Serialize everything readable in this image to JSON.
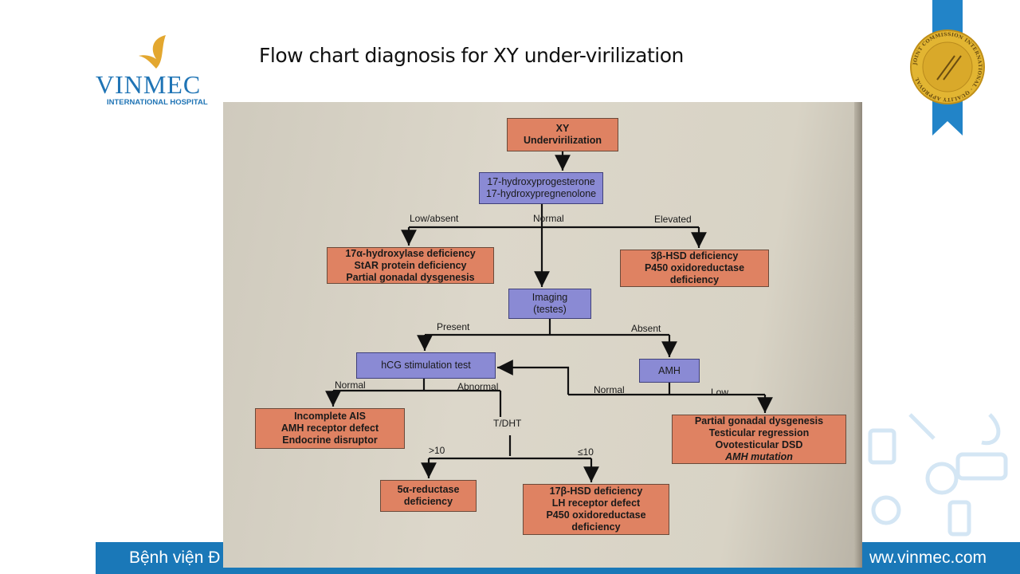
{
  "slide": {
    "title": "Flow chart diagnosis for XY under-virilization"
  },
  "logo": {
    "wordmark": "VINMEC",
    "subtitle": "INTERNATIONAL HOSPITAL"
  },
  "badge": {
    "text": "JOINT COMMISSION INTERNATIONAL · QUALITY APPROVAL"
  },
  "footer": {
    "left_text": "Bệnh viện Đ",
    "right_text": "ww.vinmec.com"
  },
  "colors": {
    "footer": "#1a78b8",
    "outcome_box": "#df8262",
    "test_box": "#8a8ad4"
  },
  "flowchart": {
    "start": [
      "XY",
      "Undervirilization"
    ],
    "test1": [
      "17-hydroxyprogesterone",
      "17-hydroxypregnenolone"
    ],
    "labels": {
      "low_absent": "Low/absent",
      "normal1": "Normal",
      "elevated": "Elevated",
      "present": "Present",
      "absent": "Absent",
      "normal2": "Normal",
      "abnormal": "Abnormal",
      "tdht": "T/DHT",
      "gt10": ">10",
      "le10": "≤10",
      "normal3": "Normal",
      "low": "Low"
    },
    "low_outcome": [
      "17α-hydroxylase deficiency",
      "StAR protein deficiency",
      "Partial gonadal dysgenesis"
    ],
    "elevated_outcome": [
      "3β-HSD deficiency",
      "P450 oxidoreductase",
      "deficiency"
    ],
    "imaging": [
      "Imaging",
      "(testes)"
    ],
    "hcg": "hCG stimulation test",
    "amh": "AMH",
    "hcg_normal_outcome": [
      "Incomplete AIS",
      "AMH receptor defect",
      "Endocrine disruptor"
    ],
    "gt10_outcome": [
      "5α-reductase",
      "deficiency"
    ],
    "le10_outcome": [
      "17β-HSD deficiency",
      "LH receptor defect",
      "P450 oxidoreductase",
      "deficiency"
    ],
    "amh_low_outcome": [
      "Partial gonadal dysgenesis",
      "Testicular regression",
      "Ovotesticular DSD",
      "AMH mutation"
    ]
  }
}
